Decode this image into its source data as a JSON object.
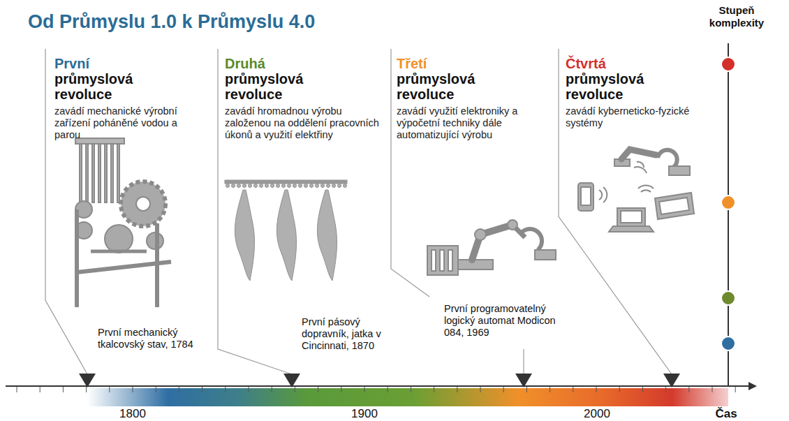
{
  "diagram": {
    "title": "Od Průmyslu 1.0 k Průmyslu 4.0",
    "nodes": [
      {
        "text": [
          "První",
          "průmyslová revoluce",
          "zavádí mechanické výrobní zařízení poháněné vodou a parou"
        ]
      },
      {
        "text": [
          "Druhá",
          "průmyslová revoluce",
          "zavádí hromadnou výrobu založenou na oddělení pracovních úkonů a využití elektřiny"
        ]
      },
      {
        "text": [
          "Třetí",
          "průmyslová revoluce",
          "zavádí využití elektroniky a výpočetní techniky dále automatizující výrobu"
        ]
      },
      {
        "text": [
          "Čtvrtá",
          "průmyslová revoluce",
          "zavádí kyberneticko-fyzické systémy"
        ]
      }
    ],
    "edges": [],
    "labels": [
      "První mechanický tkalcovský stav, 1784",
      "První pásový dopravník, jatka v Cincinnati, 1870",
      "První programovatelný logický automat Modicon 084, 1969",
      "Stupeň komplexity",
      "1800",
      "1900",
      "2000",
      "Čas"
    ]
  }
}
